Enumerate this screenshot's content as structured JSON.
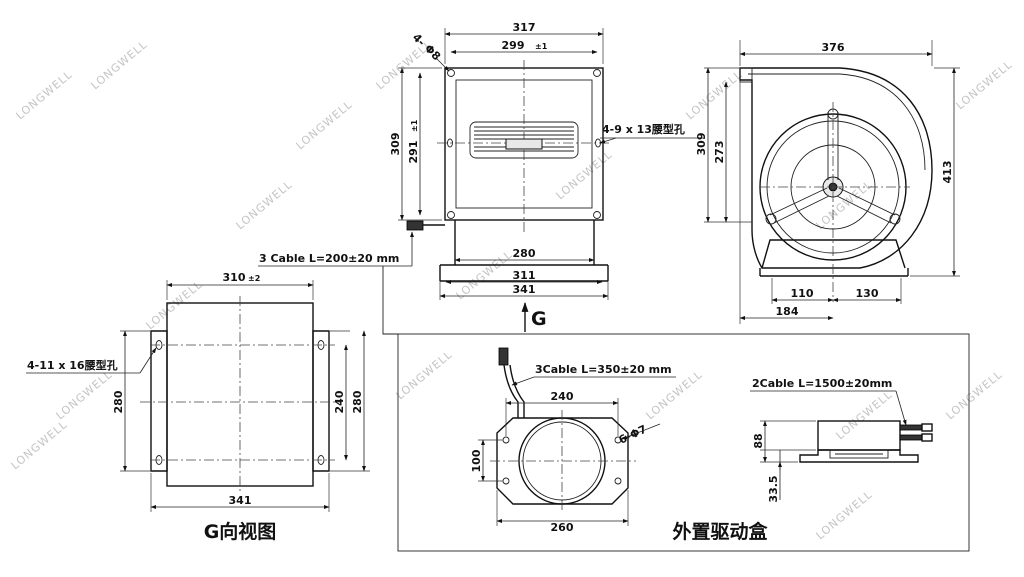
{
  "watermark": "LONGWELL",
  "front_view": {
    "dim_317": "317",
    "dim_299": "299",
    "tol_299": "±1",
    "hole_count": "4-",
    "hole_phi": "Φ8",
    "dim_309": "309",
    "dim_291": "291",
    "tol_291": "±1",
    "slot_label": "4-9 x 13腰型孔",
    "cable_label": "3 Cable L=200±20 mm",
    "dim_280": "280",
    "dim_311": "311",
    "dim_341": "341",
    "view_arrow_label": "G"
  },
  "side_view": {
    "dim_376": "376",
    "dim_309": "309",
    "dim_273": "273",
    "dim_413": "413",
    "dim_110": "110",
    "dim_130": "130",
    "dim_184": "184"
  },
  "g_view": {
    "dim_310": "310",
    "tol_310": "±2",
    "slot_label": "4-11 x 16腰型孔",
    "dim_280": "280",
    "dim_240": "240",
    "dim_341": "341",
    "title": "G向视图"
  },
  "drive_box": {
    "cable3_label": "3Cable L=350±20 mm",
    "dim_240": "240",
    "hole_label": "6-Φ7",
    "dim_100": "100",
    "dim_260": "260",
    "cable2_label": "2Cable L=1500±20mm",
    "dim_88": "88",
    "dim_33_5": "33.5",
    "title": "外置驱动盒"
  }
}
